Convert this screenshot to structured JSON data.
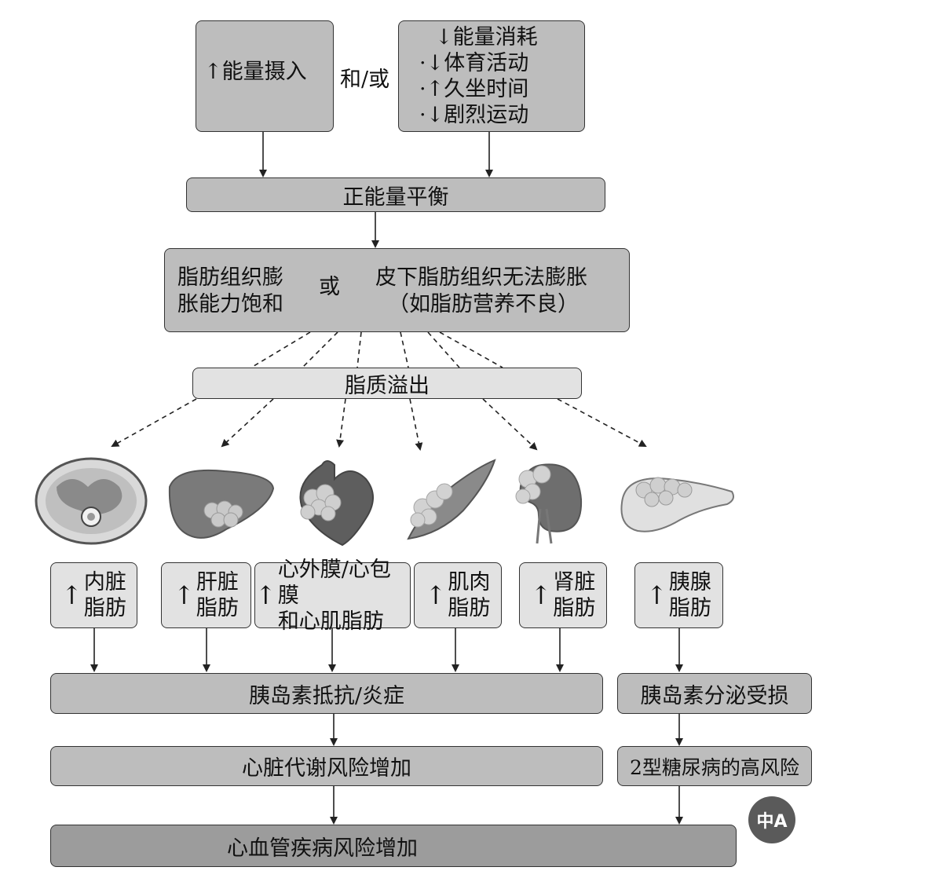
{
  "top": {
    "intake": "↑能量摄入",
    "andor": "和/或",
    "expenditure": {
      "title": "↓能量消耗",
      "items": [
        "·↓体育活动",
        "·↑久坐时间",
        "·↓剧烈运动"
      ]
    }
  },
  "balance": "正能量平衡",
  "adipose": {
    "left_line1": "脂肪组织膨",
    "left_line2": "胀能力饱和",
    "or": "或",
    "right_line1": "皮下脂肪组织无法膨胀",
    "right_line2": "（如脂肪营养不良）"
  },
  "spillover": "脂质溢出",
  "organs": [
    {
      "icon": "abdomen-ct-icon",
      "arrow": "↑",
      "line1": "内脏",
      "line2": "脂肪"
    },
    {
      "icon": "liver-icon",
      "arrow": "↑",
      "line1": "肝脏",
      "line2": "脂肪"
    },
    {
      "icon": "heart-icon",
      "arrow": "↑",
      "line1": "心外膜/心包膜",
      "line2": "和心肌脂肪"
    },
    {
      "icon": "muscle-icon",
      "arrow": "↑",
      "line1": "肌肉",
      "line2": "脂肪"
    },
    {
      "icon": "kidney-icon",
      "arrow": "↑",
      "line1": "肾脏",
      "line2": "脂肪"
    },
    {
      "icon": "pancreas-icon",
      "arrow": "↑",
      "line1": "胰腺",
      "line2": "脂肪"
    }
  ],
  "outcomes": {
    "insulin_resistance": "胰岛素抵抗/炎症",
    "insulin_secretion": "胰岛素分泌受损",
    "cardiometabolic": "心脏代谢风险增加",
    "diabetes": "2型糖尿病的高风险",
    "cvd": "心血管疾病风险增加"
  },
  "colors": {
    "box": "#bdbdbd",
    "box_light": "#e2e2e2",
    "box_dark": "#9c9c9c",
    "border": "#333333"
  },
  "translate_button": {
    "icon": "translate-icon",
    "glyph": "中A"
  }
}
